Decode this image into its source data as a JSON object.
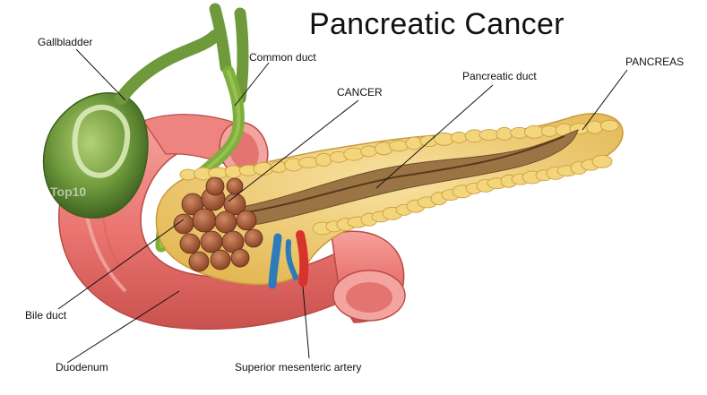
{
  "title": "Pancreatic Cancer",
  "watermark": "Top10",
  "labels": {
    "gallbladder": "Gallbladder",
    "common_duct": "Common duct",
    "cancer": "CANCER",
    "pancreatic_duct": "Pancreatic duct",
    "pancreas": "PANCREAS",
    "bile_duct": "Bile duct",
    "duodenum": "Duodenum",
    "sma": "Superior mesenteric artery"
  },
  "colors": {
    "gallbladder": "#6f9a3c",
    "duct_green": "#7fae3a",
    "duodenum": "#e9736f",
    "duodenum_inner": "#f3a4a0",
    "pancreas": "#f0cf73",
    "pancreas_lobule": "#e7bb53",
    "pancreatic_duct": "#8c6a3c",
    "tumor": "#a0583a",
    "artery": "#d8322c",
    "vein": "#2d7bb8"
  }
}
